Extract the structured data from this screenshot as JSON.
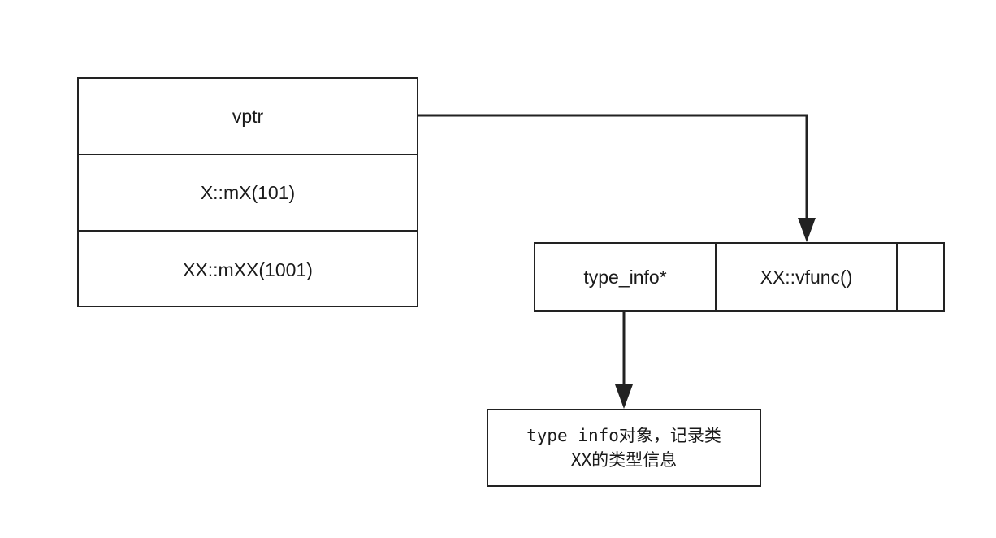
{
  "object_layout": {
    "rows": [
      "vptr",
      "X::mX(101)",
      "XX::mXX(1001)"
    ]
  },
  "vtable": {
    "cells": [
      "type_info*",
      "XX::vfunc()",
      ""
    ]
  },
  "type_info_box": {
    "line1": "type_info对象，记录类",
    "line2": "XX的类型信息"
  },
  "colors": {
    "stroke": "#222222",
    "background": "#ffffff"
  }
}
